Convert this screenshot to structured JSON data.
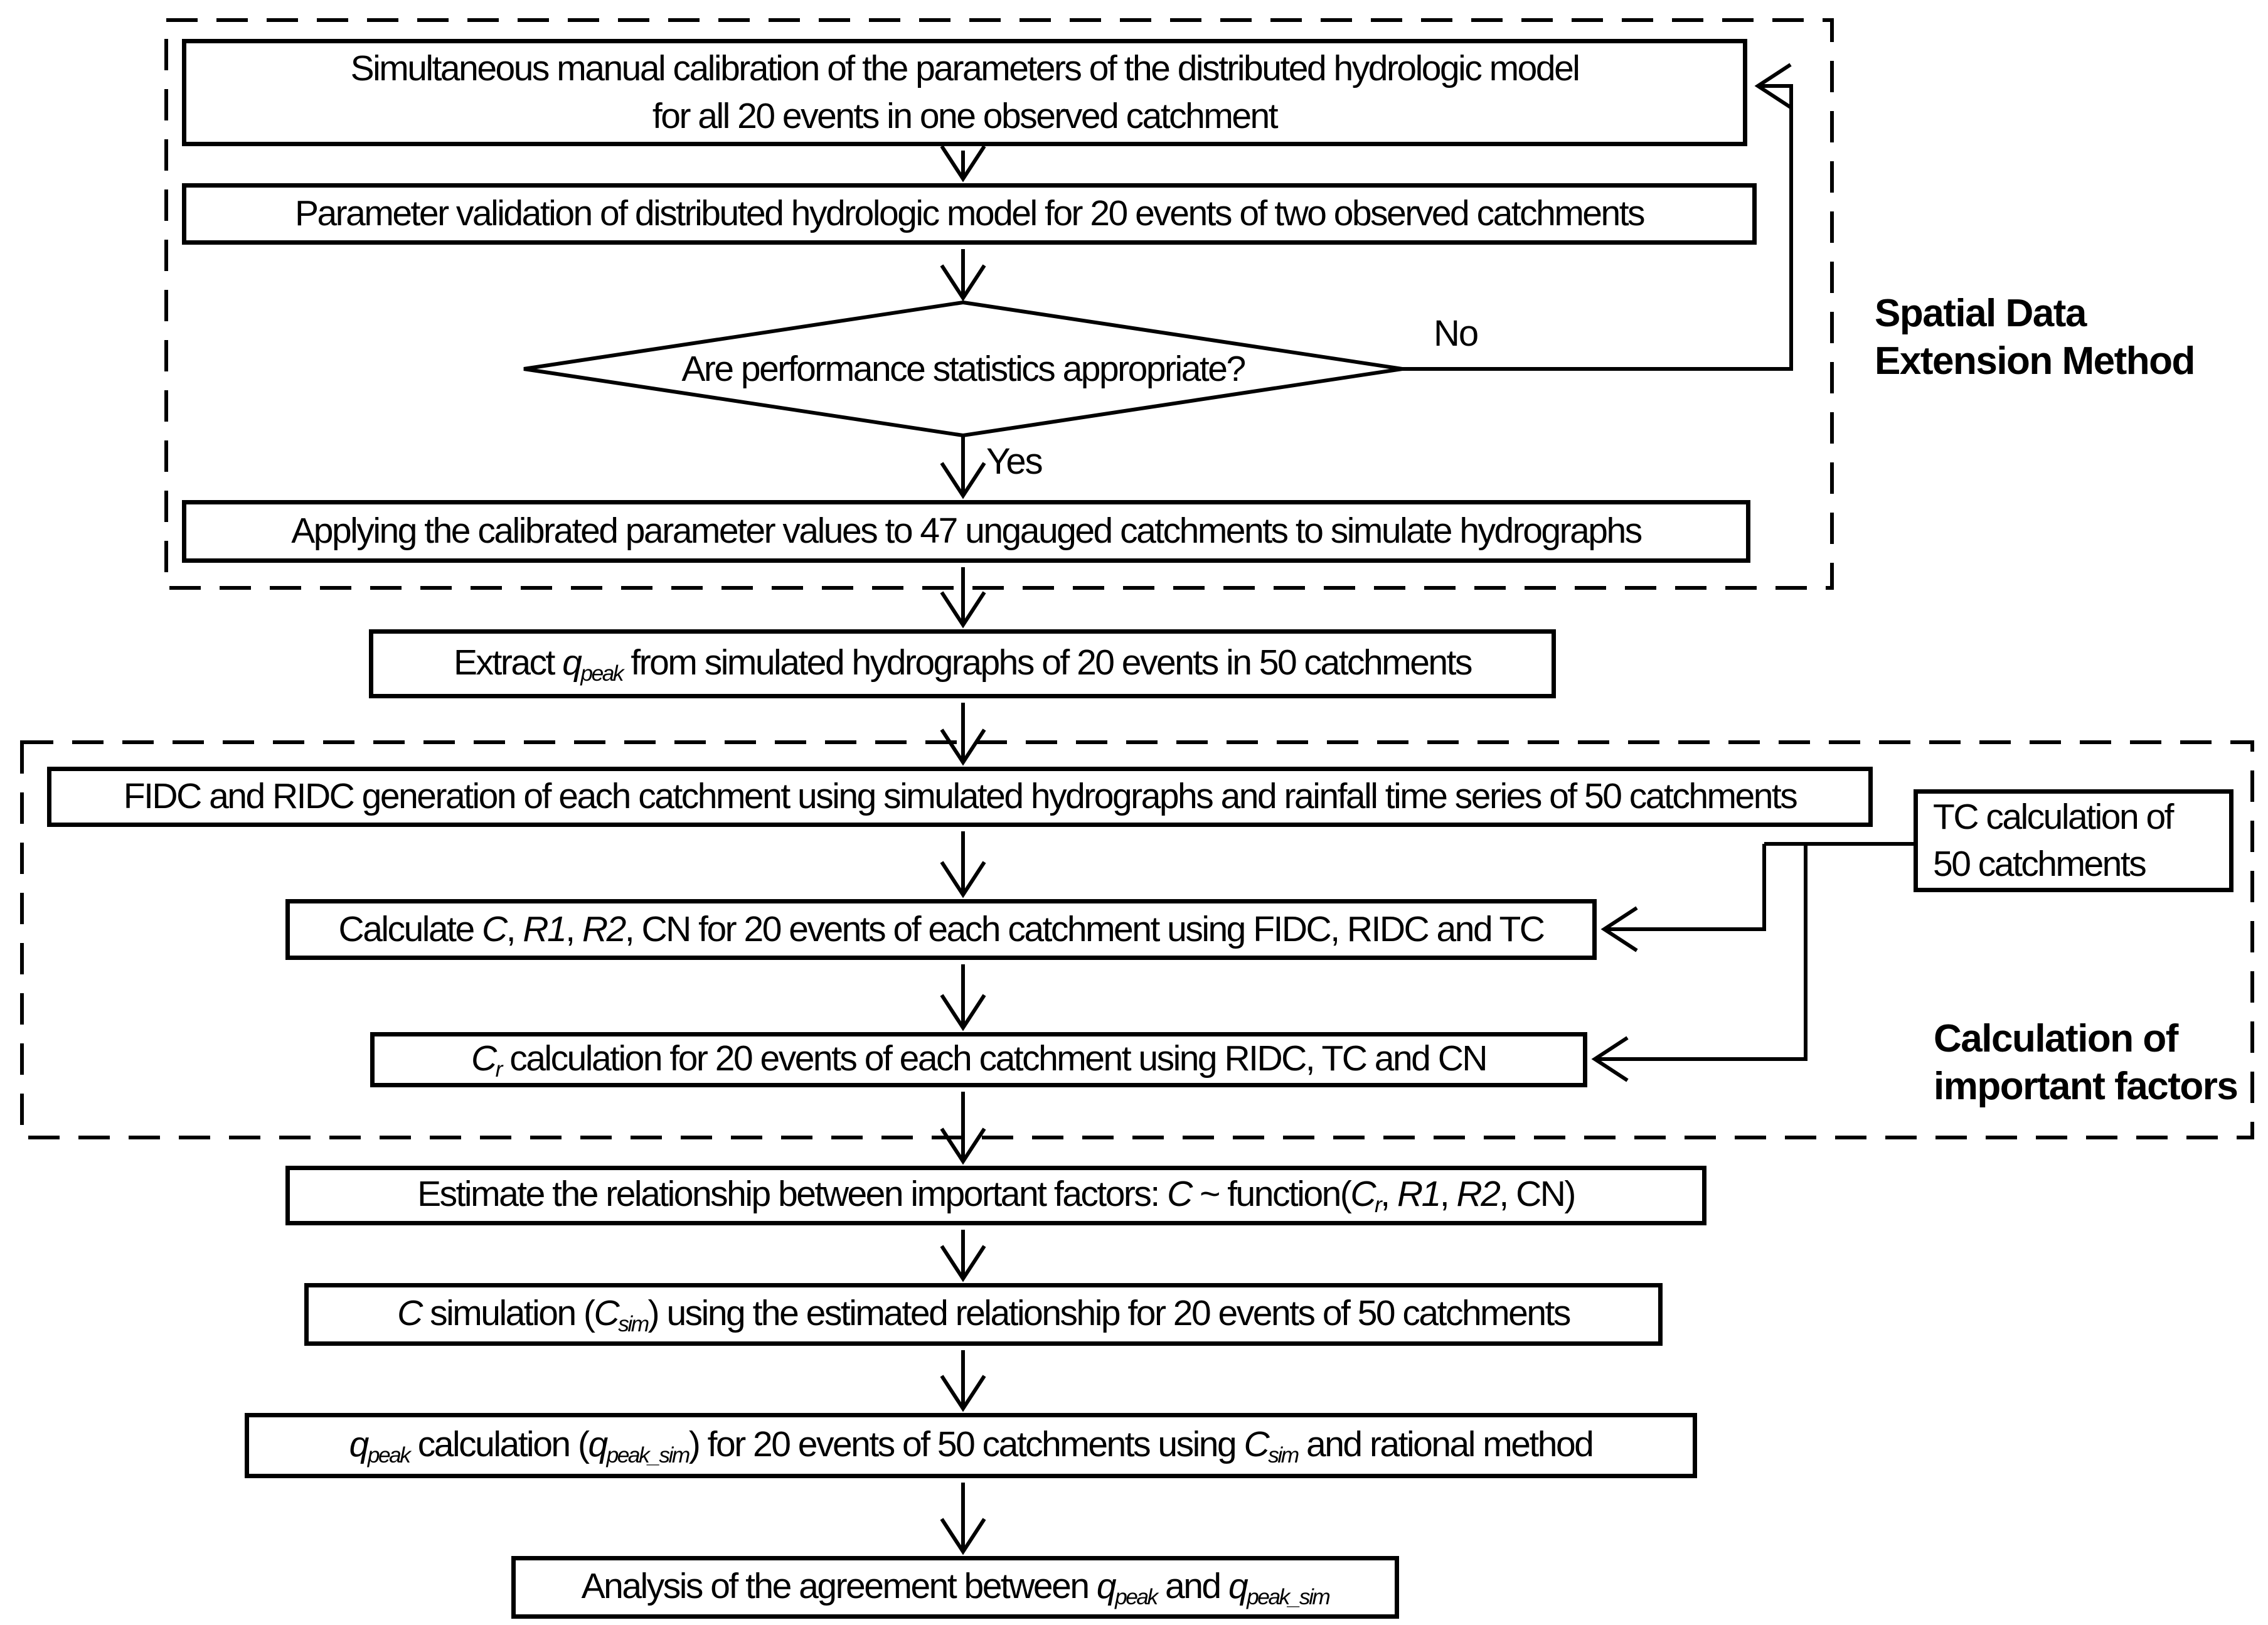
{
  "flowchart": {
    "regions": {
      "spatial": {
        "label_segments": [
          [
            "Spatial Data",
            ""
          ],
          [
            "",
            "br"
          ],
          [
            "Extension Method",
            ""
          ]
        ]
      },
      "factors": {
        "label_segments": [
          [
            "Calculation of",
            ""
          ],
          [
            "",
            "br"
          ],
          [
            "important factors",
            ""
          ]
        ]
      }
    },
    "decision": {
      "question_segments": [
        [
          "Are performance statistics appropriate?",
          ""
        ]
      ],
      "yes_label": "Yes",
      "no_label": "No"
    },
    "nodes": {
      "calibration": {
        "segments": [
          [
            "Simultaneous manual calibration of the parameters of the distributed hydrologic model",
            ""
          ],
          [
            "",
            "br"
          ],
          [
            "for all 20 events in one observed catchment",
            ""
          ]
        ]
      },
      "validation": {
        "segments": [
          [
            "Parameter validation of distributed hydrologic model for 20 events of two observed catchments",
            ""
          ]
        ]
      },
      "applying": {
        "segments": [
          [
            "Applying the calibrated parameter values to 47 ungauged catchments to simulate hydrographs",
            ""
          ]
        ]
      },
      "extract": {
        "segments": [
          [
            "Extract ",
            ""
          ],
          [
            "q",
            "i"
          ],
          [
            "peak",
            "isub"
          ],
          [
            " from simulated hydrographs of 20 events in 50 catchments",
            ""
          ]
        ]
      },
      "fidc_ridc": {
        "segments": [
          [
            "FIDC and RIDC generation of each catchment using simulated hydrographs and rainfall time series of 50 catchments",
            ""
          ]
        ]
      },
      "tc": {
        "segments": [
          [
            "TC calculation of",
            ""
          ],
          [
            "",
            "br"
          ],
          [
            "50 catchments",
            ""
          ]
        ]
      },
      "calculate_factors": {
        "segments": [
          [
            "Calculate ",
            ""
          ],
          [
            "C",
            "i"
          ],
          [
            ", ",
            ""
          ],
          [
            "R1",
            "i"
          ],
          [
            ", ",
            ""
          ],
          [
            "R2",
            "i"
          ],
          [
            ", CN for 20 events of each catchment using FIDC, RIDC and TC",
            ""
          ]
        ]
      },
      "cr_calculation": {
        "segments": [
          [
            "C",
            "i"
          ],
          [
            "r",
            "isub"
          ],
          [
            " calculation for 20 events of each catchment using RIDC, TC and CN",
            ""
          ]
        ]
      },
      "estimate_relationship": {
        "segments": [
          [
            "Estimate the relationship between important factors: ",
            ""
          ],
          [
            "C",
            "i"
          ],
          [
            " ~ function(",
            ""
          ],
          [
            "C",
            "i"
          ],
          [
            "r",
            "isub"
          ],
          [
            ", ",
            ""
          ],
          [
            "R1",
            "i"
          ],
          [
            ", ",
            ""
          ],
          [
            "R2",
            "i"
          ],
          [
            ", CN)",
            ""
          ]
        ]
      },
      "c_simulation": {
        "segments": [
          [
            "C",
            "i"
          ],
          [
            " simulation (",
            ""
          ],
          [
            "C",
            "i"
          ],
          [
            "sim",
            "isub"
          ],
          [
            ") using the estimated relationship for 20 events of 50 catchments",
            ""
          ]
        ]
      },
      "qpeak_calculation": {
        "segments": [
          [
            "q",
            "i"
          ],
          [
            "peak",
            "isub"
          ],
          [
            " calculation (",
            ""
          ],
          [
            "q",
            "i"
          ],
          [
            "peak_sim",
            "isub"
          ],
          [
            ") for 20 events of 50 catchments using ",
            ""
          ],
          [
            "C",
            "i"
          ],
          [
            "sim",
            "isub"
          ],
          [
            " and rational method",
            ""
          ]
        ]
      },
      "agreement_analysis": {
        "segments": [
          [
            "Analysis of the agreement between ",
            ""
          ],
          [
            "q",
            "i"
          ],
          [
            "peak",
            "isub"
          ],
          [
            " and ",
            ""
          ],
          [
            "q",
            "i"
          ],
          [
            "peak_sim",
            "isub"
          ]
        ]
      }
    },
    "colors": {
      "line": "#000000",
      "background": "#ffffff"
    }
  }
}
